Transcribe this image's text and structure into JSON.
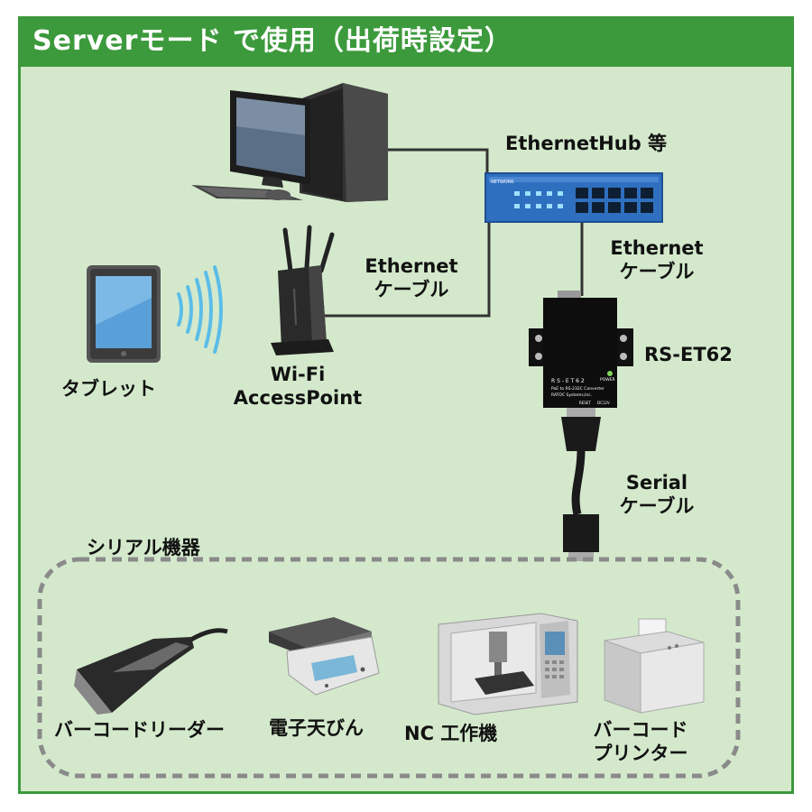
{
  "title": "Serverモード で使用（出荷時設定）",
  "labels": {
    "hub": "EthernetHub 等",
    "ethernet_cable_right_1": "Ethernet",
    "ethernet_cable_right_2": "ケーブル",
    "ethernet_cable_left_1": "Ethernet",
    "ethernet_cable_left_2": "ケーブル",
    "converter": "RS-ET62",
    "tablet": "タブレット",
    "wifi_1": "Wi-Fi",
    "wifi_2": "AccessPoint",
    "serial_cable_1": "Serial",
    "serial_cable_2": "ケーブル",
    "serial_devices": "シリアル機器",
    "barcode_reader": "バーコードリーダー",
    "scale": "電子天びん",
    "nc_machine": "NC 工作機",
    "barcode_printer_1": "バーコード",
    "barcode_printer_2": "プリンター"
  },
  "device_text": {
    "converter_model": "R S - E T 6 2",
    "converter_desc": "PoE to RS-232C Converter",
    "converter_brand": "RATOC Systems,Inc.",
    "converter_power": "POWER",
    "converter_reset": "RESET",
    "converter_dc": "DC12V",
    "hub_name": "NETWORK"
  },
  "colors": {
    "frame_green": "#3c9a3c",
    "panel_bg": "#d4e9cc",
    "hub_blue": "#2f6fbf",
    "wifi_wave": "#5bbde8"
  }
}
